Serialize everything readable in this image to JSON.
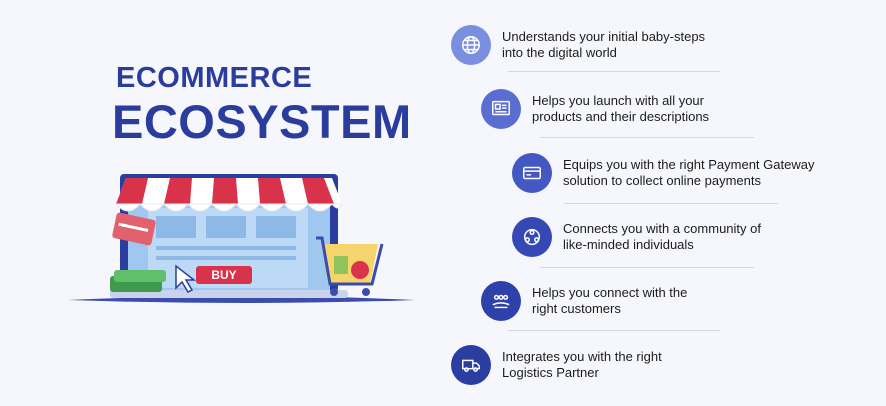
{
  "heading": {
    "line1": "ECOMMERCE",
    "line2": "ECOSYSTEM"
  },
  "illustration": {
    "buy_label": "BUY"
  },
  "colors": {
    "heading": "#2a3d9c",
    "icon_light": "#7b8fe0",
    "icon_mid": "#4f64cc",
    "icon_dark": "#2a3da0",
    "awning_red": "#d8334a"
  },
  "features": [
    {
      "icon": "globe-icon",
      "text": "Understands your initial baby-steps\ninto the digital world"
    },
    {
      "icon": "product-listing-icon",
      "text": "Helps you launch with all your\nproducts and their descriptions"
    },
    {
      "icon": "card-payment-icon",
      "text": "Equips you with the right Payment Gateway\nsolution to collect online payments"
    },
    {
      "icon": "community-icon",
      "text": "Connects you with a community of\nlike-minded individuals"
    },
    {
      "icon": "customers-icon",
      "text": "Helps you connect with the\nright customers"
    },
    {
      "icon": "delivery-truck-icon",
      "text": "Integrates you with the right\nLogistics Partner"
    }
  ]
}
